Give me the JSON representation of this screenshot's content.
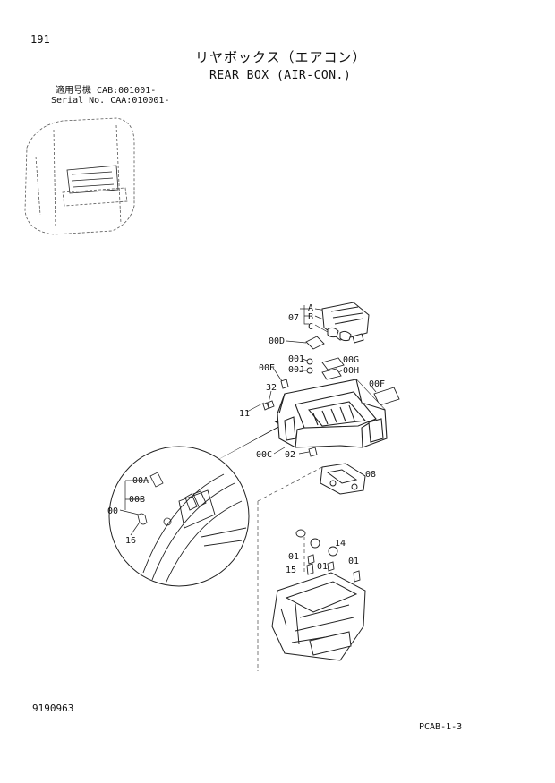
{
  "header": {
    "page_number": "191",
    "title_jp": "リヤボックス（エアコン）",
    "title_en": "REAR BOX (AIR-CON.)"
  },
  "serial": {
    "line1_label": "適用号機",
    "line1_value": "CAB:001001-",
    "line2_label": "Serial No.",
    "line2_value": "CAA:010001-"
  },
  "parts": {
    "p07": "07",
    "pA": "A",
    "pB": "B",
    "pC": "C",
    "p00D": "00D",
    "p001": "001",
    "p00G": "00G",
    "p00E": "00E",
    "p00J": "00J",
    "p00H": "00H",
    "p00F": "00F",
    "p32": "32",
    "p11": "11",
    "p00C": "00C",
    "p02": "02",
    "p08": "08",
    "p00A": "00A",
    "p00B": "00B",
    "p00": "00",
    "p16": "16",
    "p14": "14",
    "p01a": "01",
    "p15": "15",
    "p01b": "01",
    "p01c": "01"
  },
  "footer": {
    "drawing_code": "9190963",
    "page_code": "PCAB-1-3"
  }
}
